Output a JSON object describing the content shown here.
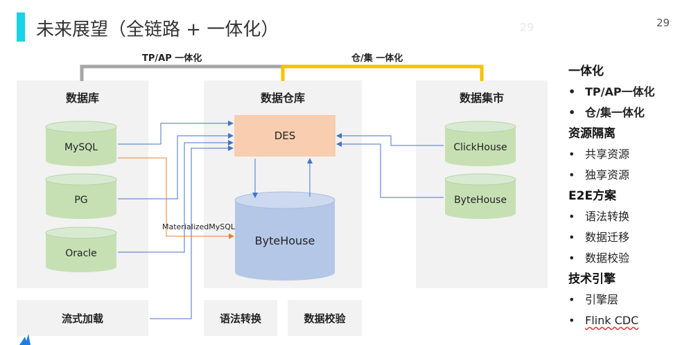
{
  "header": {
    "title": "未来展望（全链路 + 一体化）",
    "page_number": "29",
    "ghost_page_number": "29"
  },
  "brackets": {
    "tp_ap": "TP/AP 一体化",
    "warehouse_mart": "仓/集 一体化"
  },
  "colors": {
    "accent": "#19d3e6",
    "gray_bracket": "#a6a6a6",
    "gold_bracket": "#ffc000",
    "arrow_blue": "#4472c4",
    "arrow_orange": "#ed7d31"
  },
  "panels": {
    "database": {
      "title": "数据库",
      "items": [
        "MySQL",
        "PG",
        "Oracle"
      ]
    },
    "warehouse": {
      "title": "数据仓库",
      "des": "DES",
      "bytehouse": "ByteHouse"
    },
    "mart": {
      "title": "数据集市",
      "items": [
        "ClickHouse",
        "ByteHouse"
      ]
    }
  },
  "edge_label": "MaterializedMySQL",
  "bottom_boxes": [
    "流式加载",
    "语法转换",
    "数据校验"
  ],
  "sidebar": {
    "sections": [
      {
        "heading": "一体化",
        "bold_items": true,
        "items": [
          "TP/AP一体化",
          "仓/集一体化"
        ]
      },
      {
        "heading": "资源隔离",
        "items": [
          "共享资源",
          "独享资源"
        ]
      },
      {
        "heading": "E2E方案",
        "items": [
          "语法转换",
          "数据迁移",
          "数据校验"
        ]
      },
      {
        "heading": "技术引擎",
        "items": [
          "引擎层",
          "Flink CDC"
        ]
      }
    ],
    "bullet": "•"
  }
}
